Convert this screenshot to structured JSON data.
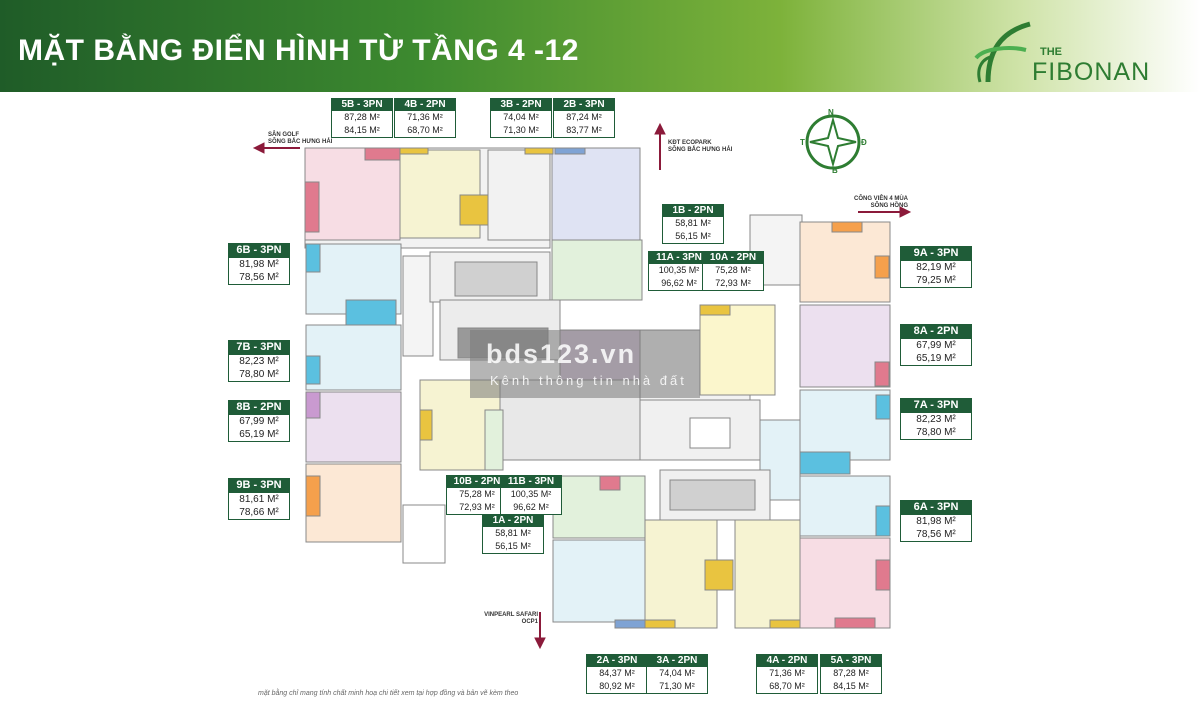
{
  "header": {
    "title": "MẶT BẰNG ĐIỂN HÌNH TỪ TẦNG 4 -12",
    "logo_the": "THE",
    "logo_name": "FIBONAN"
  },
  "compass": {
    "n": "N",
    "e": "Đ",
    "s": "B",
    "w": "T"
  },
  "notes": {
    "golf_1": "SÂN GOLF",
    "golf_2": "SÔNG BẮC HƯNG HẢI",
    "ecopark_1": "KĐT ECOPARK",
    "ecopark_2": "SÔNG BẮC HƯNG HẢI",
    "park_1": "CÔNG VIÊN 4 MÙA",
    "park_2": "SÔNG HỒNG",
    "vinpearl_1": "VINPEARL SAFARI",
    "vinpearl_2": "OCP1"
  },
  "watermark": {
    "main": "bds123.vn",
    "sub": "Kênh thông tin nhà đất"
  },
  "units": [
    {
      "name": "5B - 3PN",
      "a1": "87,28 M²",
      "a2": "84,15 M²"
    },
    {
      "name": "4B - 2PN",
      "a1": "71,36 M²",
      "a2": "68,70 M²"
    },
    {
      "name": "3B - 2PN",
      "a1": "74,04 M²",
      "a2": "71,30 M²"
    },
    {
      "name": "2B - 3PN",
      "a1": "87,24 M²",
      "a2": "83,77 M²"
    },
    {
      "name": "1B - 2PN",
      "a1": "58,81 M²",
      "a2": "56,15 M²"
    },
    {
      "name": "11A - 3PN",
      "a1": "100,35 M²",
      "a2": "96,62 M²"
    },
    {
      "name": "10A - 2PN",
      "a1": "75,28 M²",
      "a2": "72,93 M²"
    },
    {
      "name": "9A - 3PN",
      "a1": "82,19 M²",
      "a2": "79,25 M²"
    },
    {
      "name": "8A - 2PN",
      "a1": "67,99 M²",
      "a2": "65,19 M²"
    },
    {
      "name": "7A - 3PN",
      "a1": "82,23 M²",
      "a2": "78,80 M²"
    },
    {
      "name": "6A - 3PN",
      "a1": "81,98 M²",
      "a2": "78,56 M²"
    },
    {
      "name": "6B - 3PN",
      "a1": "81,98 M²",
      "a2": "78,56 M²"
    },
    {
      "name": "7B - 3PN",
      "a1": "82,23 M²",
      "a2": "78,80 M²"
    },
    {
      "name": "8B - 2PN",
      "a1": "67,99 M²",
      "a2": "65,19 M²"
    },
    {
      "name": "9B - 3PN",
      "a1": "81,61 M²",
      "a2": "78,66 M²"
    },
    {
      "name": "10B - 2PN",
      "a1": "75,28 M²",
      "a2": "72,93 M²"
    },
    {
      "name": "11B - 3PN",
      "a1": "100,35 M²",
      "a2": "96,62 M²"
    },
    {
      "name": "1A - 2PN",
      "a1": "58,81 M²",
      "a2": "56,15 M²"
    },
    {
      "name": "2A - 3PN",
      "a1": "84,37 M²",
      "a2": "80,92 M²"
    },
    {
      "name": "3A - 2PN",
      "a1": "74,04 M²",
      "a2": "71,30 M²"
    },
    {
      "name": "4A - 2PN",
      "a1": "71,36 M²",
      "a2": "68,70 M²"
    },
    {
      "name": "5A - 3PN",
      "a1": "87,28 M²",
      "a2": "84,15 M²"
    }
  ],
  "footer": "mặt bằng chỉ mang tính chất minh hoạ chi tiết xem tại hợp đồng và bản vẽ kèm theo",
  "colors": {
    "brand_green": "#1f5c38",
    "banner_dark": "#1f5c28",
    "banner_light": "#7db23a"
  }
}
